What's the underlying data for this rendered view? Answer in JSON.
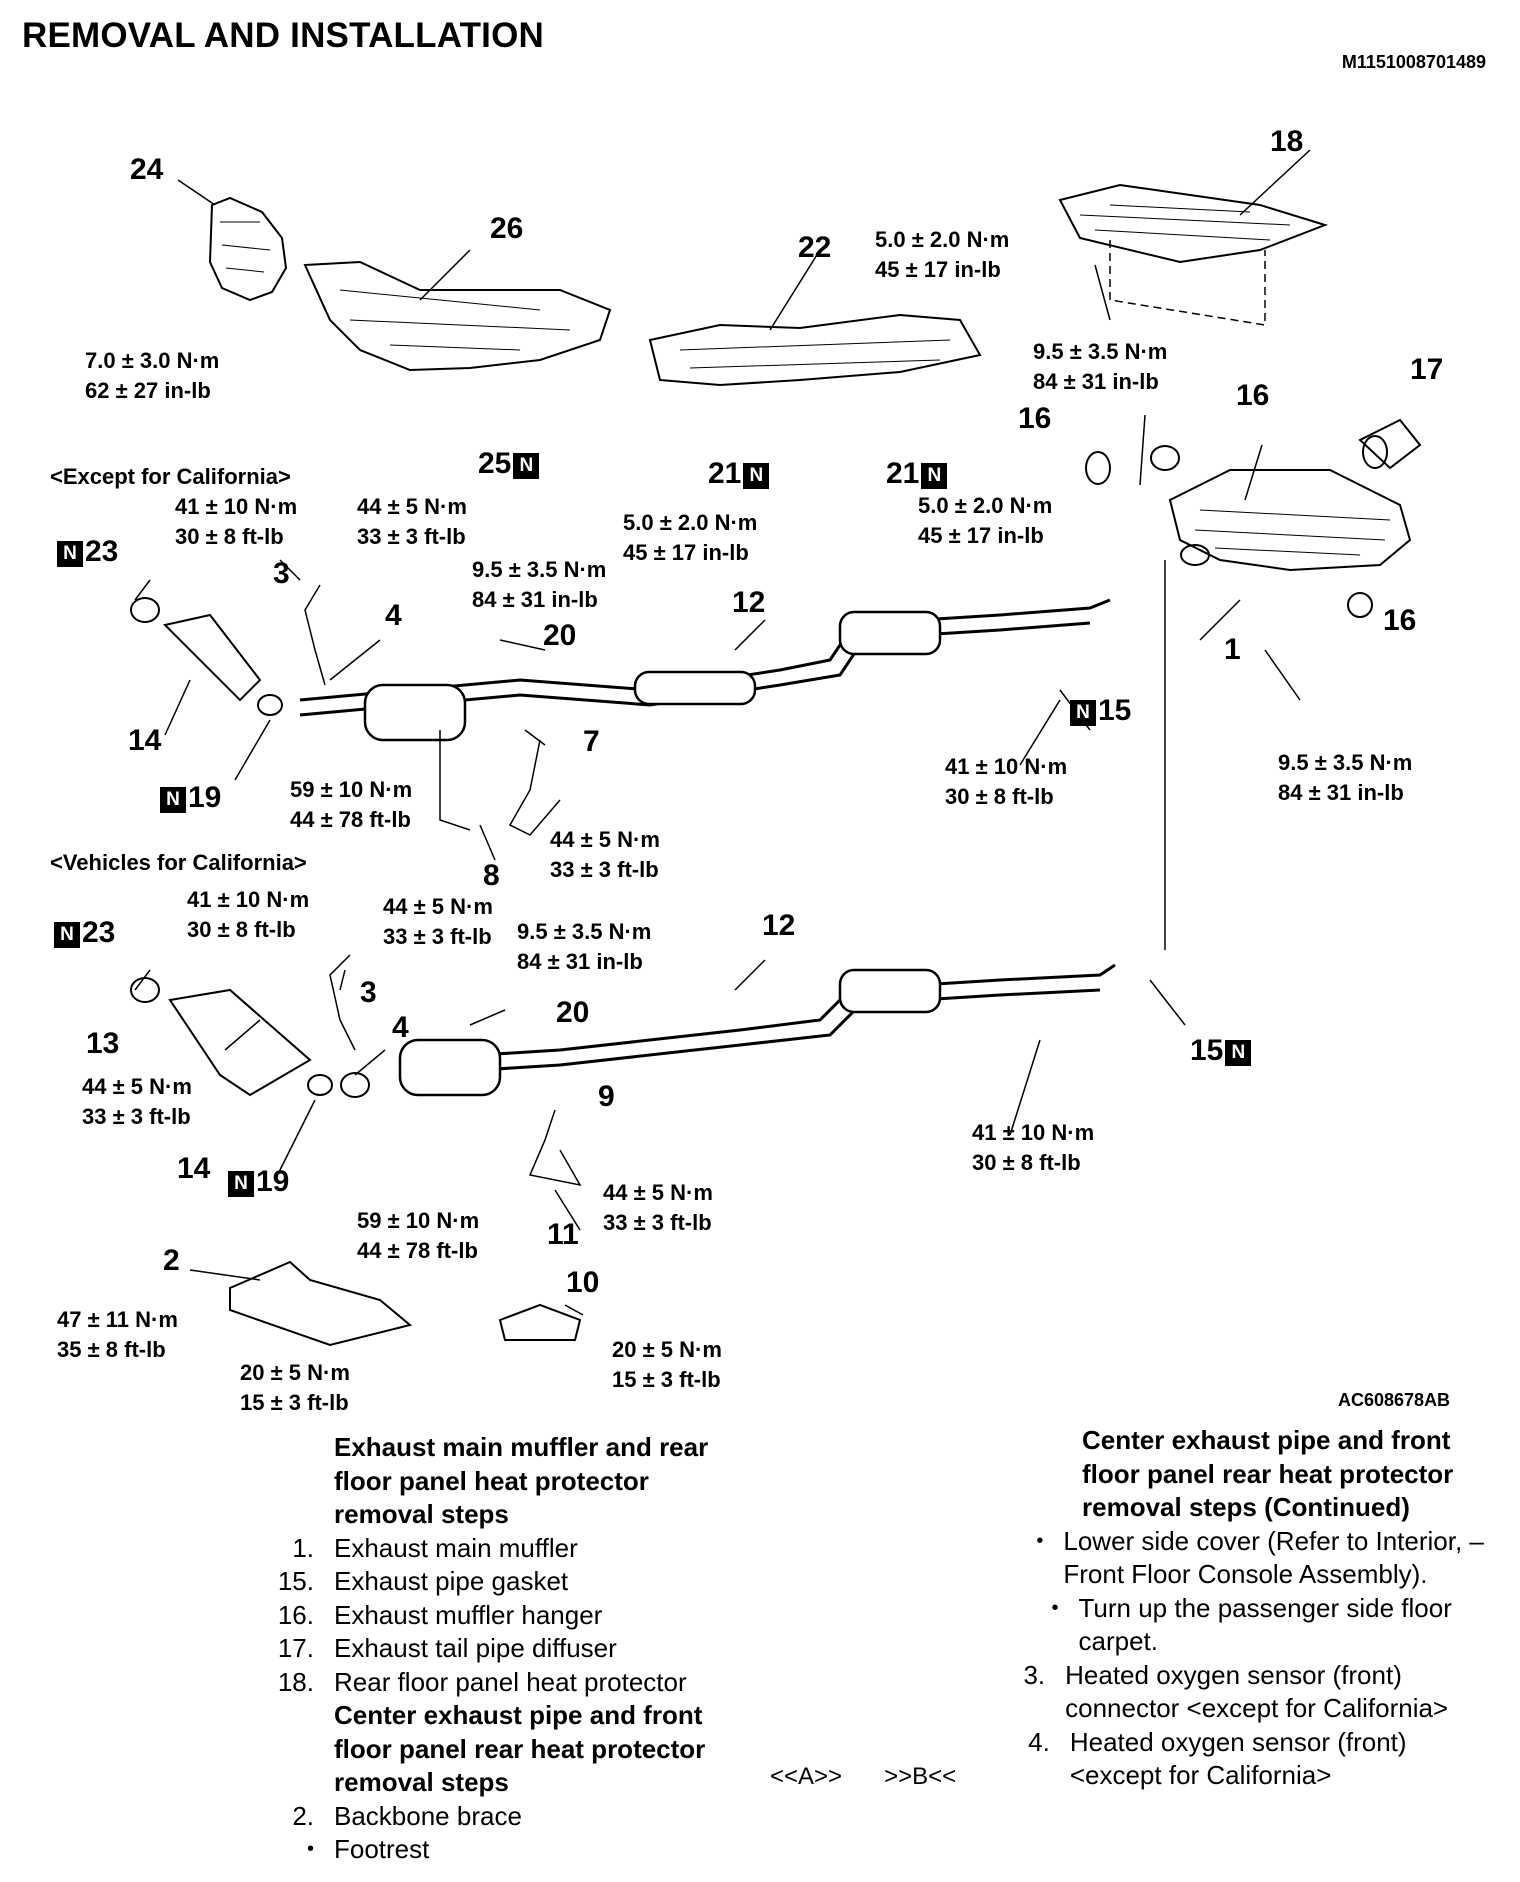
{
  "header": {
    "title": "REMOVAL AND INSTALLATION",
    "doc_id": "M1151008701489"
  },
  "figure_id": "AC608678AB",
  "n_mark": "N",
  "sections": {
    "except_ca": "<Except for California>",
    "vehicles_ca": "<Vehicles for California>"
  },
  "torques": {
    "t1a": "7.0 ± 3.0 N·m",
    "t1b": "62 ± 27 in-lb",
    "t2a": "5.0 ± 2.0 N·m",
    "t2b": "45 ± 17 in-lb",
    "t3a": "9.5 ± 3.5 N·m",
    "t3b": "84 ± 31 in-lb",
    "t4a": "41 ± 10 N·m",
    "t4b": "30 ± 8 ft-lb",
    "t5a": "44 ± 5 N·m",
    "t5b": "33 ± 3 ft-lb",
    "t6a": "5.0 ± 2.0 N·m",
    "t6b": "45 ± 17 in-lb",
    "t7a": "5.0 ± 2.0 N·m",
    "t7b": "45 ± 17 in-lb",
    "t8a": "9.5 ± 3.5 N·m",
    "t8b": "84 ± 31 in-lb",
    "t9a": "59 ± 10 N·m",
    "t9b": "44 ± 78 ft-lb",
    "t10a": "44 ± 5 N·m",
    "t10b": "33 ± 3 ft-lb",
    "t11a": "41 ± 10 N·m",
    "t11b": "30 ± 8 ft-lb",
    "t12a": "9.5 ± 3.5 N·m",
    "t12b": "84 ± 31 in-lb",
    "t13a": "41 ± 10 N·m",
    "t13b": "30 ± 8 ft-lb",
    "t14a": "44 ± 5 N·m",
    "t14b": "33 ± 3 ft-lb",
    "t15a": "9.5 ± 3.5 N·m",
    "t15b": "84 ± 31 in-lb",
    "t16a": "44 ± 5 N·m",
    "t16b": "33 ± 3 ft-lb",
    "t17a": "41 ± 10 N·m",
    "t17b": "30 ± 8 ft-lb",
    "t18a": "59 ± 10 N·m",
    "t18b": "44 ± 78 ft-lb",
    "t19a": "44 ± 5 N·m",
    "t19b": "33 ± 3 ft-lb",
    "t20a": "47 ± 11 N·m",
    "t20b": "35 ± 8 ft-lb",
    "t21a": "20 ± 5 N·m",
    "t21b": "15 ± 3 ft-lb",
    "t22a": "20 ± 5 N·m",
    "t22b": "15 ± 3 ft-lb"
  },
  "callouts": {
    "c24": "24",
    "c26": "26",
    "c22": "22",
    "c18": "18",
    "c25": "25",
    "c21a": "21",
    "c21b": "21",
    "c16a": "16",
    "c16b": "16",
    "c17": "17",
    "c16c": "16",
    "c1": "1",
    "c23a": "23",
    "c3a": "3",
    "c4a": "4",
    "c20a": "20",
    "c12a": "12",
    "c14a": "14",
    "c19a": "19",
    "c7": "7",
    "c8": "8",
    "c15a": "15",
    "c23b": "23",
    "c3b": "3",
    "c4b": "4",
    "c20b": "20",
    "c12b": "12",
    "c13": "13",
    "c14b": "14",
    "c19b": "19",
    "c9": "9",
    "c11": "11",
    "c15b": "15",
    "c2": "2",
    "c10": "10"
  },
  "left_steps": {
    "heading1": "Exhaust main muffler and rear floor panel heat protector removal steps",
    "items1": [
      {
        "n": "1.",
        "text": "Exhaust main muffler"
      },
      {
        "n": "15.",
        "text": "Exhaust pipe gasket"
      },
      {
        "n": "16.",
        "text": "Exhaust muffler hanger"
      },
      {
        "n": "17.",
        "text": "Exhaust tail pipe diffuser"
      },
      {
        "n": "18.",
        "text": "Rear floor panel heat protector"
      }
    ],
    "heading2": "Center exhaust pipe and front floor panel rear heat protector removal steps",
    "items2": [
      {
        "n": "2.",
        "text": "Backbone brace"
      },
      {
        "n": "•",
        "text": "Footrest"
      }
    ]
  },
  "nav": {
    "a": "<<A>>",
    "b": ">>B<<"
  },
  "right_steps": {
    "heading": "Center exhaust pipe and front floor panel rear heat protector removal steps (Continued)",
    "items": [
      {
        "n": "•",
        "text": "Lower side cover (Refer to Interior, –Front Floor Console Assembly)."
      },
      {
        "n": "•",
        "text": "Turn up the passenger side floor carpet."
      },
      {
        "n": "3.",
        "text": "Heated oxygen sensor (front) connector <except for California>"
      },
      {
        "n": "4.",
        "text": "Heated oxygen sensor (front) <except for California>"
      }
    ]
  }
}
